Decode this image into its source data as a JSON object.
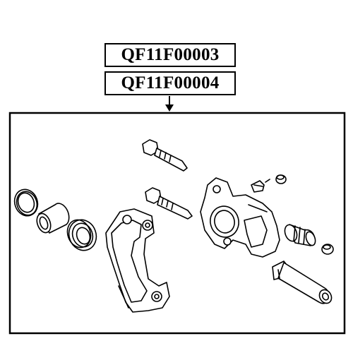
{
  "part_numbers": [
    "QF11F00003",
    "QF11F00004"
  ],
  "colors": {
    "line": "#000000",
    "background": "#ffffff"
  },
  "icons": [
    "down-arrow-icon"
  ],
  "parts": [
    "dust-seal-ring",
    "caliper-piston",
    "piston-seal",
    "caliper-mounting-bracket",
    "guide-pin-bolt-upper",
    "guide-pin-bolt-lower",
    "caliper-housing",
    "bleeder-screw",
    "bleeder-cap",
    "guide-pin-boot",
    "small-plug",
    "slide-pin"
  ]
}
